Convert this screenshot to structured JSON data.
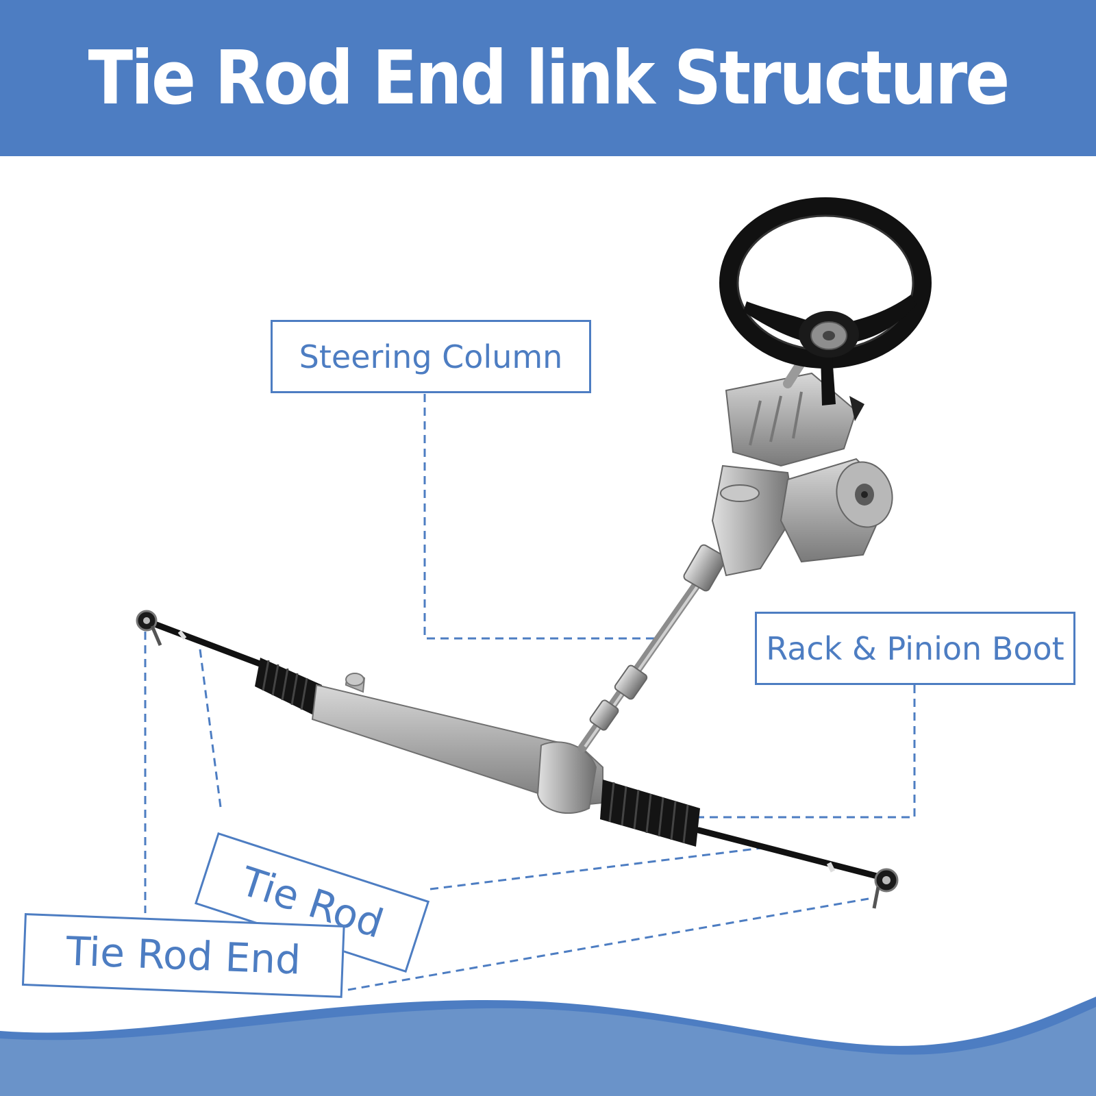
{
  "title": "Tie Rod End link Structure",
  "labels": {
    "steering_column": "Steering Column",
    "rack_pinion_boot": "Rack & Pinion Boot",
    "tie_rod": "Tie Rod",
    "tie_rod_end": "Tie Rod End"
  },
  "colors": {
    "accent": "#4d7dc2",
    "wave": "#6a93c9",
    "background": "#ffffff"
  }
}
